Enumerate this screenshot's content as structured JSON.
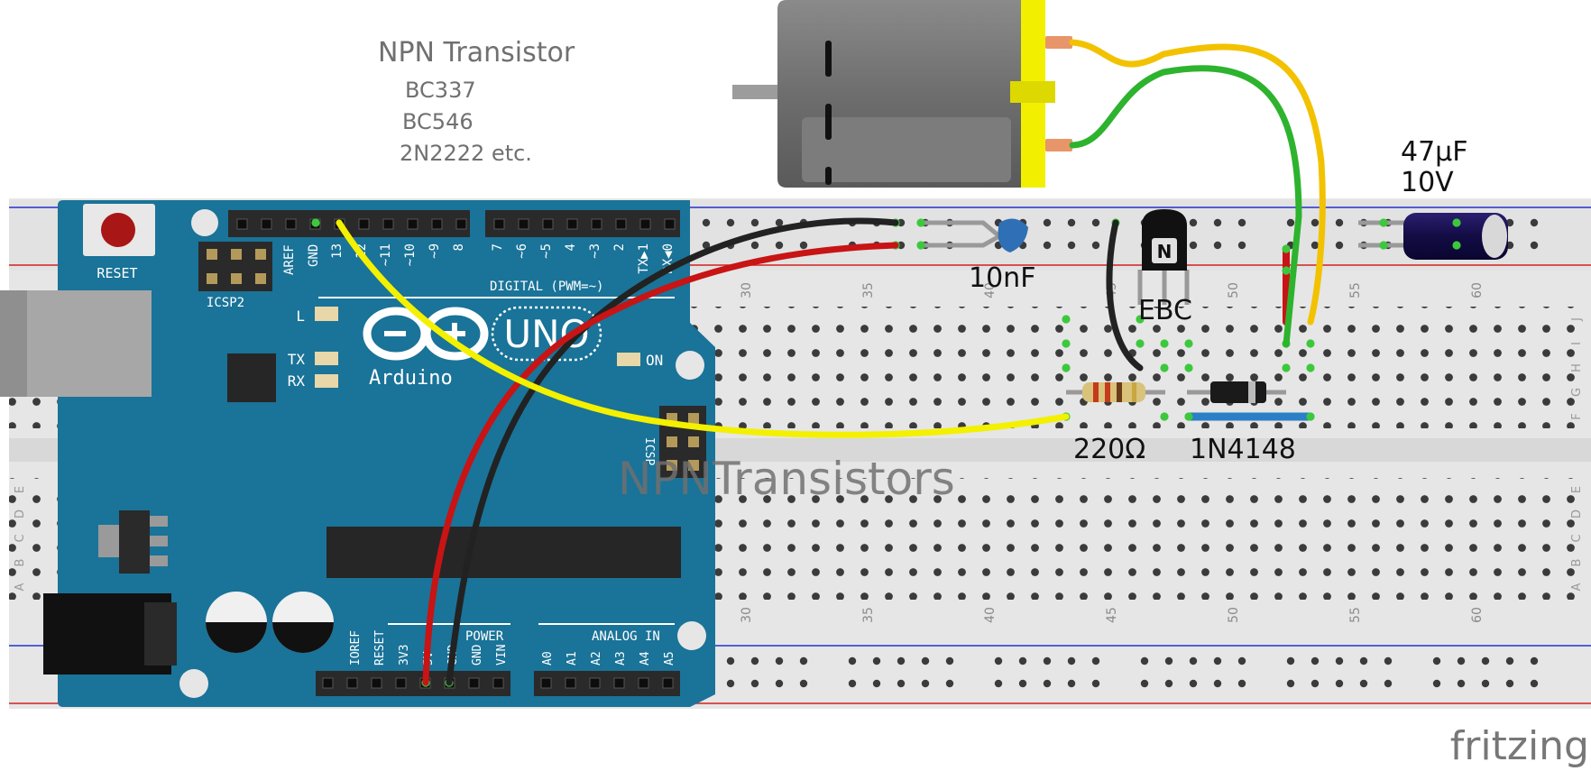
{
  "notes": {
    "title": "NPN Transistor",
    "part1": "BC337",
    "part2": "BC546",
    "part3": "2N2222 etc.",
    "overlay": "NPNTransistors"
  },
  "components": {
    "capacitor_small": "10nF",
    "capacitor_large_value": "47µF",
    "capacitor_large_voltage": "10V",
    "transistor_pins": "EBC",
    "transistor_mark": "N",
    "resistor": "220Ω",
    "diode": "1N4148"
  },
  "arduino": {
    "reset": "RESET",
    "icsp2": "ICSP2",
    "icsp": "ICSP",
    "aref": "AREF",
    "gnd": "GND",
    "digital": "DIGITAL (PWM=~)",
    "logo_text": "Arduino",
    "uno": "UNO",
    "led_l": "L",
    "led_tx": "TX",
    "led_rx": "RX",
    "led_on": "ON",
    "power": "POWER",
    "analog_in": "ANALOG IN",
    "digital_pins": [
      "13",
      "12",
      "~11",
      "~10",
      "~9",
      "8",
      "7",
      "~6",
      "~5",
      "4",
      "~3",
      "2",
      "TX▶1",
      "RX◀0"
    ],
    "power_pins": [
      "IOREF",
      "RESET",
      "3V3",
      "5V",
      "GND",
      "GND",
      "VIN"
    ],
    "analog_pins": [
      "A0",
      "A1",
      "A2",
      "A3",
      "A4",
      "A5"
    ]
  },
  "breadboard": {
    "column_numbers": [
      "30",
      "35",
      "40",
      "45",
      "50",
      "55",
      "60"
    ],
    "rows_top": [
      "J",
      "I",
      "H",
      "G",
      "F"
    ],
    "rows_bottom": [
      "E",
      "D",
      "C",
      "B",
      "A"
    ]
  },
  "brand": "fritzing",
  "colors": {
    "arduino_board": "#1a7398",
    "wire_black": "#222222",
    "wire_red": "#c81414",
    "wire_yellow": "#f3f000",
    "wire_green": "#2db32d",
    "wire_orange": "#f2c200",
    "rail_red": "#d22020",
    "rail_blue": "#2233cc",
    "motor_cap": "#f2f000"
  }
}
